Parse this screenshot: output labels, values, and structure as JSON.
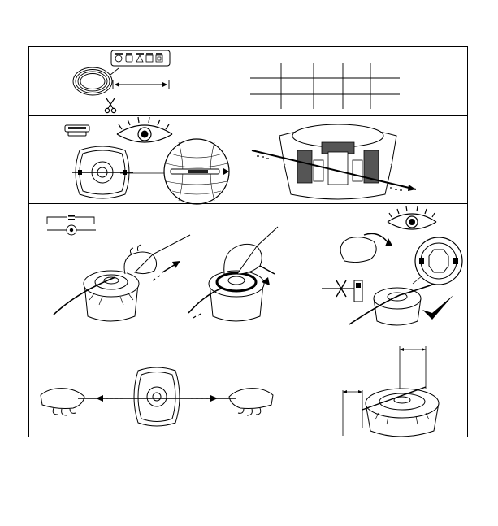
{
  "figure": {
    "panels": [
      {
        "id": "line-specification",
        "icons": [
          "spool-of-line-icon",
          "scissors-icon",
          "dimension-arrow-icon",
          "specification-table-grid"
        ]
      },
      {
        "id": "spool-inspection",
        "icons": [
          "cover-icon",
          "eye-icon",
          "spool-top-view",
          "magnified-eyelet-detail",
          "spool-cross-section-with-line"
        ]
      },
      {
        "id": "winding-steps",
        "icons": [
          "equal-length-icon",
          "hand-wind-line-step",
          "hand-rotate-spool-step",
          "check-spool-step",
          "crossed-out-tool-icon",
          "checkmark-icon"
        ]
      },
      {
        "id": "finish-steps",
        "icons": [
          "hands-pulling-line-icon",
          "cut-line-to-length-icon"
        ]
      }
    ]
  }
}
